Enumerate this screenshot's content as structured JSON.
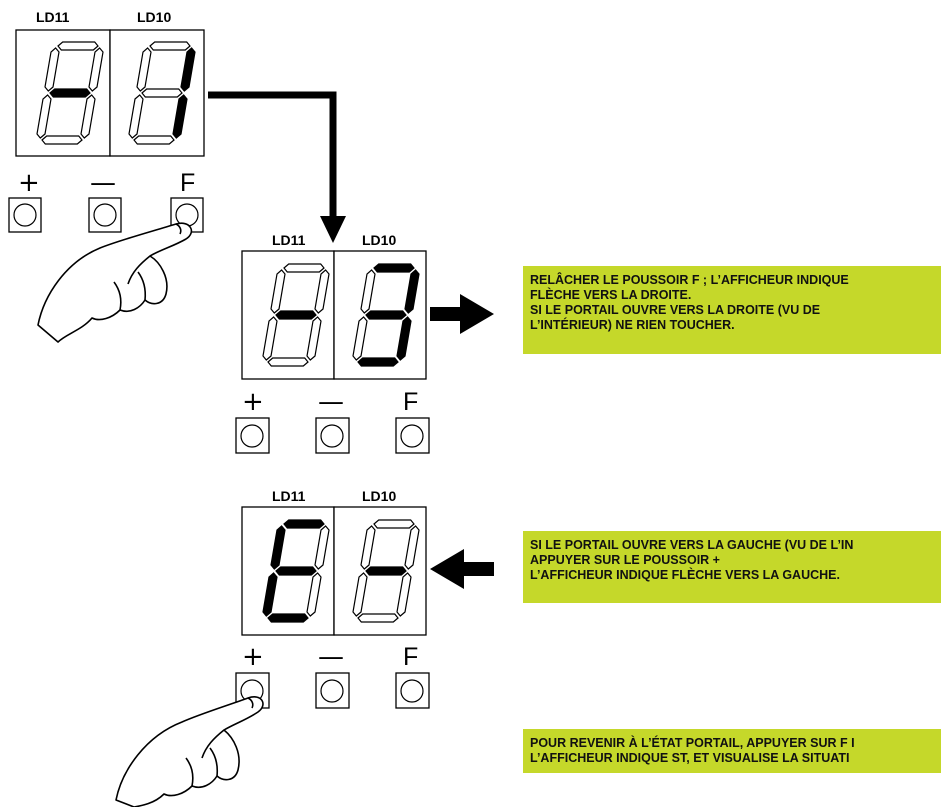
{
  "panels": [
    {
      "id": "panel-1",
      "display_labels": [
        "LD11",
        "LD10"
      ],
      "button_labels": [
        "+",
        "—",
        "F"
      ],
      "segments_on": {
        "LD11": [
          "g"
        ],
        "LD10": [
          "b",
          "c"
        ]
      },
      "pressed_button": "F"
    },
    {
      "id": "panel-2",
      "display_labels": [
        "LD11",
        "LD10"
      ],
      "button_labels": [
        "+",
        "—",
        "F"
      ],
      "segments_on": {
        "LD11": [
          "g"
        ],
        "LD10": [
          "a",
          "b",
          "c",
          "d",
          "g"
        ]
      },
      "indicator_arrow": "right"
    },
    {
      "id": "panel-3",
      "display_labels": [
        "LD11",
        "LD10"
      ],
      "button_labels": [
        "+",
        "—",
        "F"
      ],
      "segments_on": {
        "LD11": [
          "a",
          "d",
          "e",
          "f",
          "g"
        ],
        "LD10": [
          "g"
        ]
      },
      "indicator_arrow": "left",
      "pressed_button": "+"
    }
  ],
  "notes": [
    {
      "lines": [
        "RELÂCHER LE POUSSOIR F ; L’AFFICHEUR INDIQUE",
        "FLÈCHE VERS LA DROITE.",
        "SI LE PORTAIL OUVRE VERS LA DROITE (VU DE",
        "L’INTÉRIEUR) NE RIEN TOUCHER."
      ]
    },
    {
      "lines": [
        "SI LE PORTAIL OUVRE VERS LA GAUCHE (VU DE L’IN",
        "APPUYER SUR LE POUSSOIR +",
        "L’AFFICHEUR INDIQUE FLÈCHE VERS LA GAUCHE."
      ]
    },
    {
      "lines": [
        "POUR REVENIR À L’ÉTAT PORTAIL, APPUYER SUR F I",
        "L’AFFICHEUR INDIQUE ST, ET VISUALISE LA SITUATI"
      ]
    }
  ],
  "colors": {
    "note_background": "#c5d82a",
    "lines": "#000000"
  }
}
